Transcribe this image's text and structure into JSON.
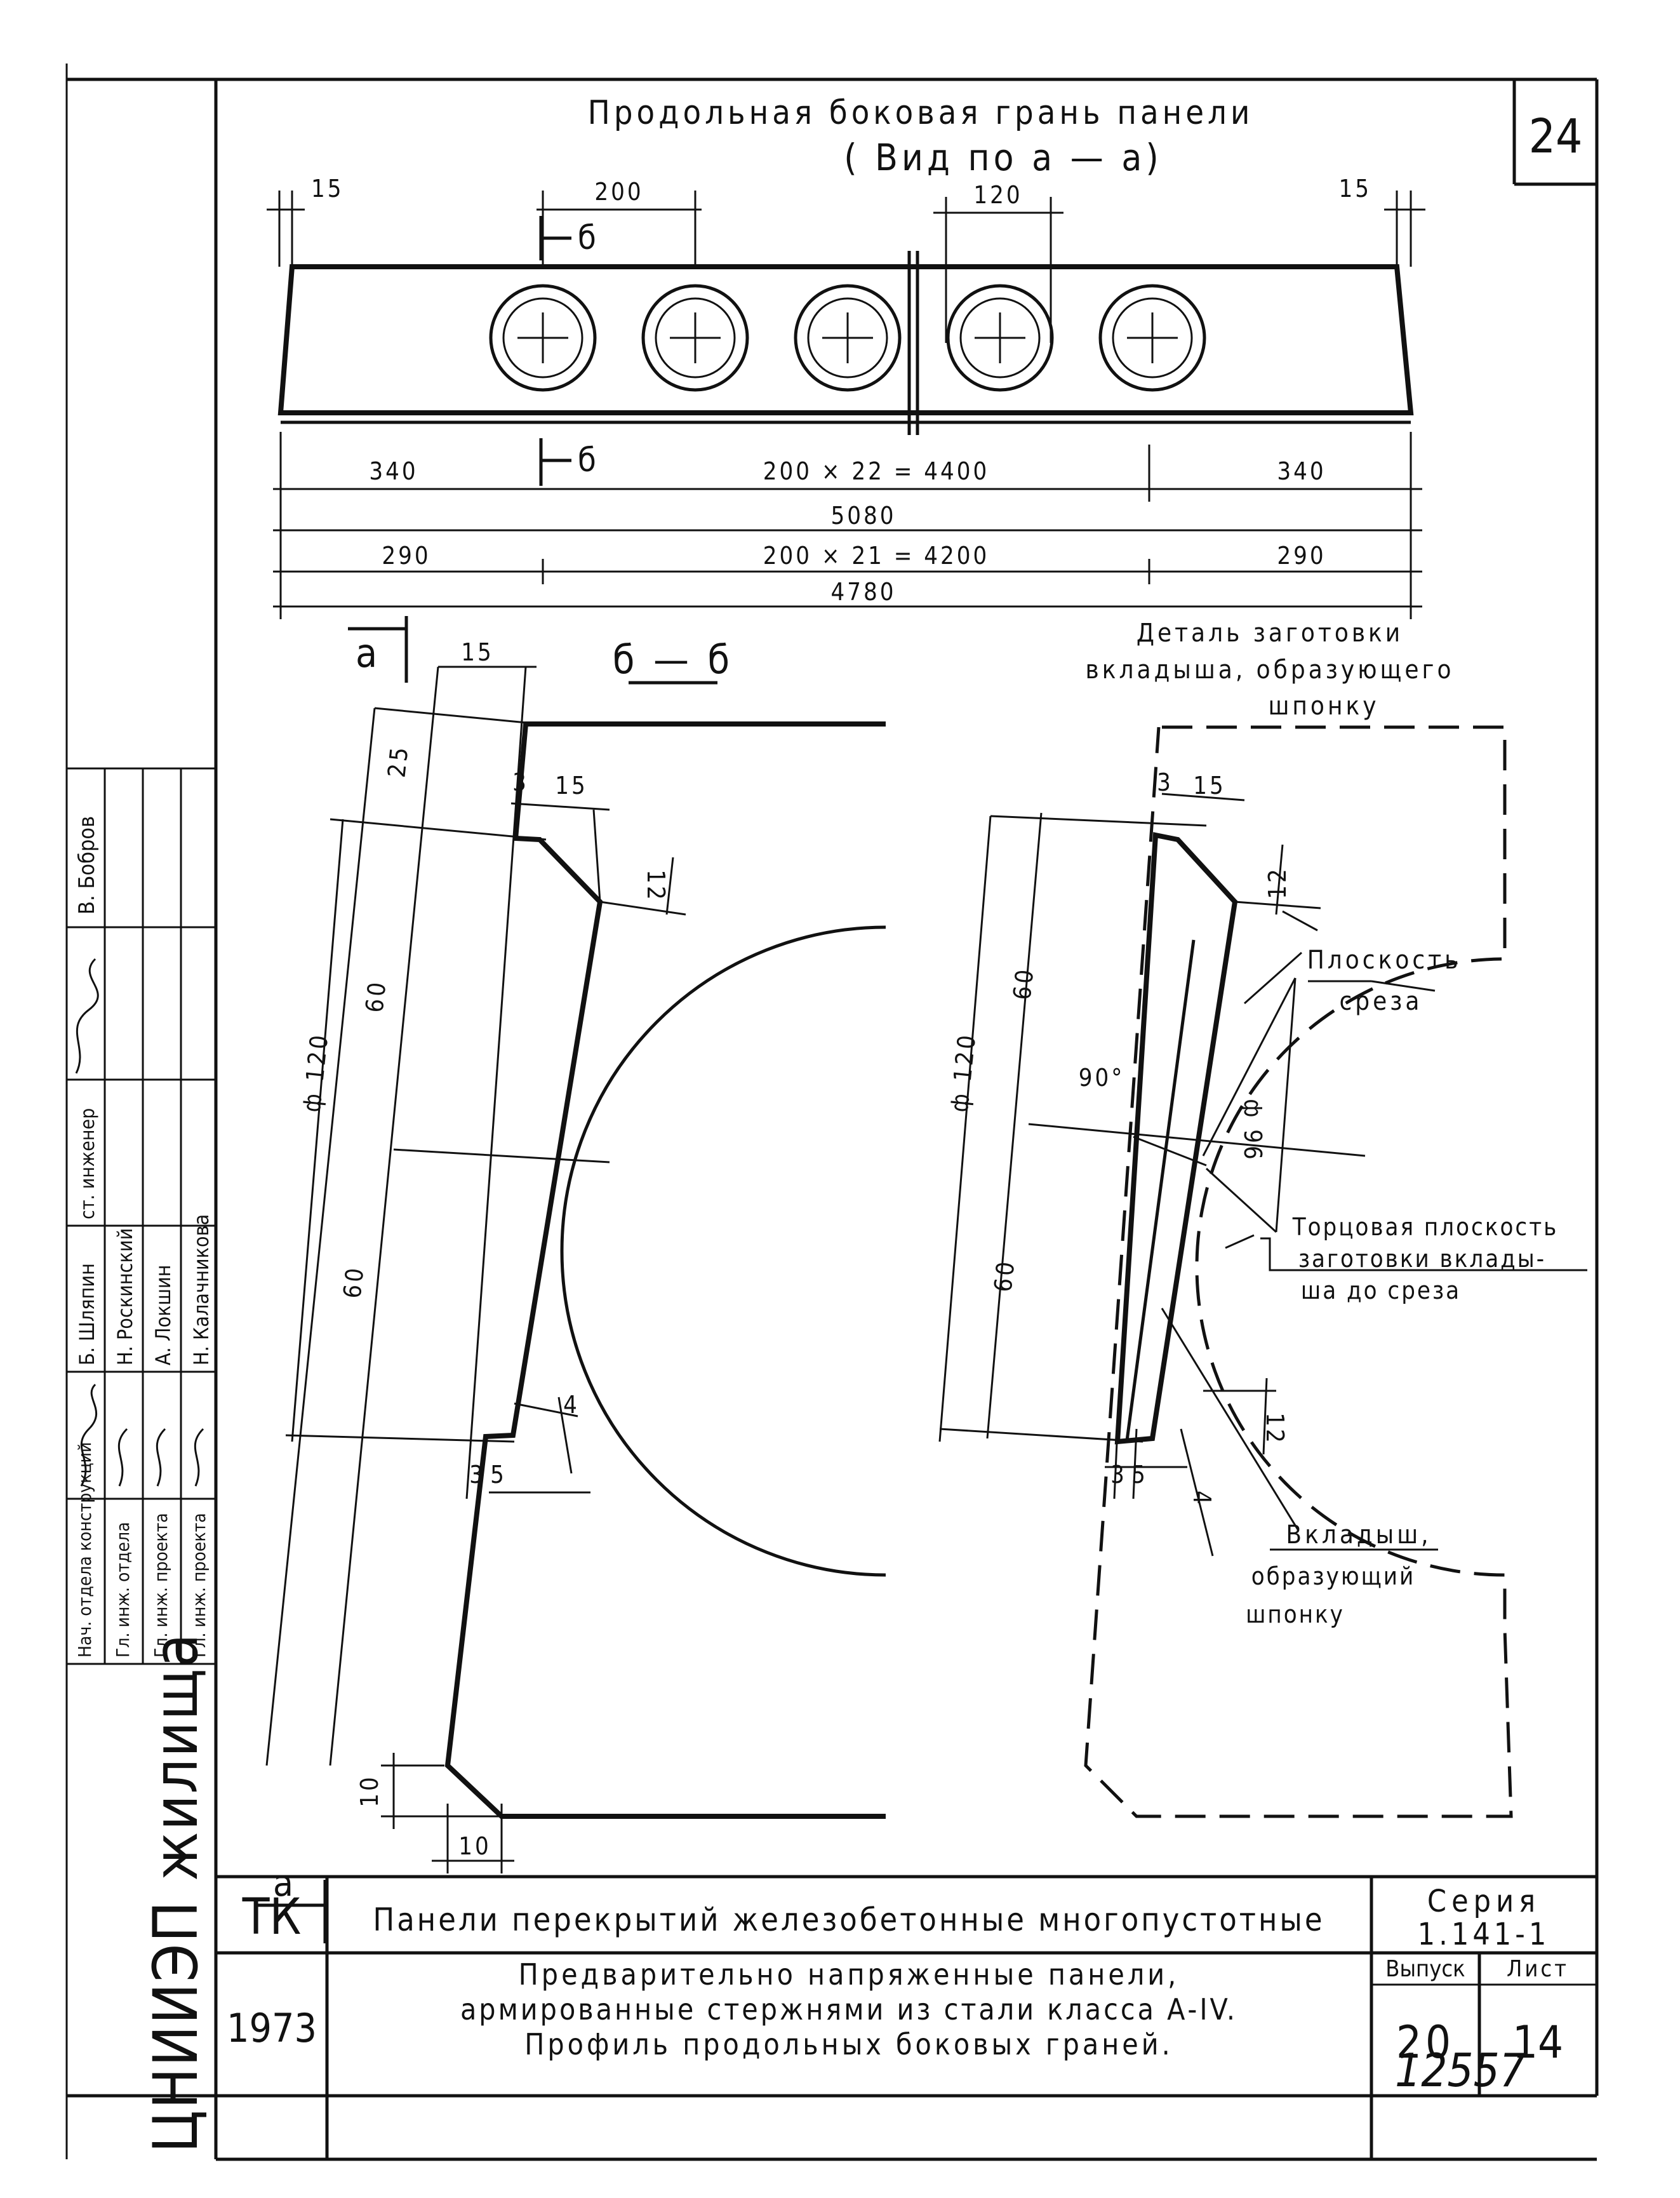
{
  "sheet": {
    "top_right_number": "24",
    "handwritten_number": "12557"
  },
  "top_view": {
    "title_line1": "Продольная боковая грань панели",
    "title_line2": "( Вид по а — а)",
    "dims": {
      "edge_left": "15",
      "edge_right": "15",
      "pitch": "200",
      "hole": "120",
      "row1_left": "340",
      "row1_mid": "200 × 22 = 4400",
      "row1_right": "340",
      "row2": "5080",
      "row3_left": "290",
      "row3_mid": "200 × 21 = 4200",
      "row3_right": "290",
      "row4": "4780"
    },
    "section_mark_top": "б",
    "section_mark_bottom": "б",
    "view_mark": "а"
  },
  "section_bb": {
    "title": "б — б",
    "dims": {
      "d15_top": "15",
      "d25": "25",
      "d3_top": "3",
      "d15_mid": "15",
      "d12_top": "12",
      "d60_upper": "60",
      "dia120": "ф 120",
      "d60_lower": "60",
      "d4": "4",
      "d3_bot": "3",
      "d5_bot": "5",
      "d10_v": "10",
      "d10_h": "10"
    },
    "view_mark": "а"
  },
  "detail": {
    "title_line1": "Деталь заготовки",
    "title_line2": "вкладыша, образующего",
    "title_line3": "шпонку",
    "dims": {
      "d3": "3",
      "d15": "15",
      "d12_top": "12",
      "d60_upper": "60",
      "dia120": "ф 120",
      "angle": "90°",
      "dia96": "ф 96",
      "d60_lower": "60",
      "d12_bot": "12",
      "d3_bot": "3",
      "d5_bot": "5",
      "d4": "4"
    },
    "note_cut_line1": "Плоскость",
    "note_cut_line2": "среза",
    "note_end_line1": "Торцовая плоскость",
    "note_end_line2": "заготовки вклады-",
    "note_end_line3": "ша до среза",
    "note_insert_line1": "Вкладыш,",
    "note_insert_line2": "образующий",
    "note_insert_line3": "шпонку"
  },
  "title_block": {
    "tk": "ТК",
    "year": "1973",
    "name_line1": "Панели перекрытий железобетонные многопустотные",
    "name_line2": "Предварительно напряженные панели,",
    "name_line3": "армированные стержнями из стали класса А-IV.",
    "name_line4": "Профиль продольных боковых граней.",
    "series_label": "Серия",
    "series_value": "1.141-1",
    "issue_label": "Выпуск",
    "issue_value": "20",
    "sheet_label": "Лист",
    "sheet_value": "14"
  },
  "stamp": {
    "org": "ЦНИИЭП жилища",
    "roles": [
      "Нач. отдела конструкций",
      "Гл. инж. отдела",
      "Гл. инж. проекта",
      "Гл. инж. проекта"
    ],
    "names": [
      "Б. Шляпин",
      "Н. Роскинский",
      "А. Локшин",
      "Н. Калачникова"
    ],
    "role_extra": "ст. инженер",
    "name_extra": "В. Бобров"
  }
}
